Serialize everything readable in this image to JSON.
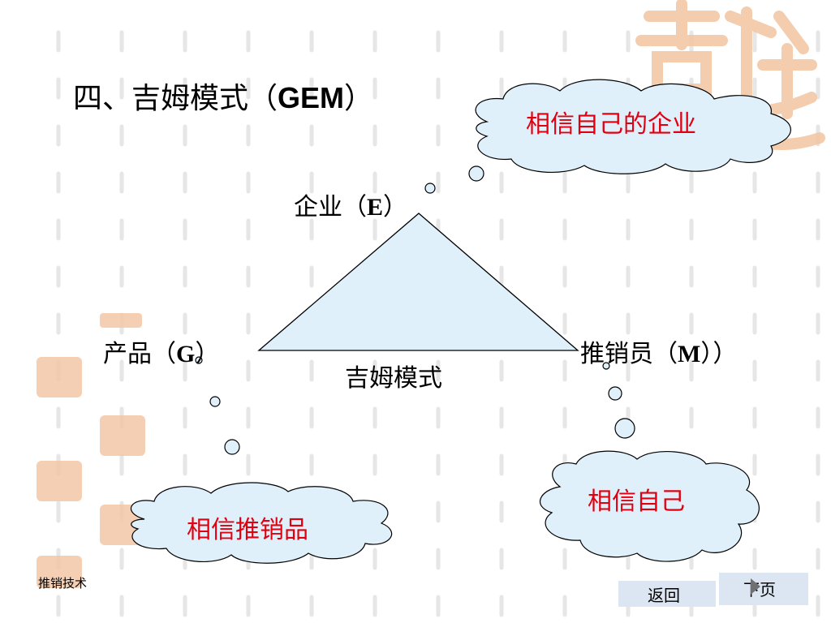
{
  "slide": {
    "title_prefix": "四、吉姆模式（",
    "title_bold": "GEM",
    "title_suffix": "）"
  },
  "diagram": {
    "vertex_e_prefix": "企业（",
    "vertex_e_letter": "E",
    "vertex_e_suffix": "）",
    "vertex_g_prefix": "产品（",
    "vertex_g_letter": "G",
    "vertex_g_suffix": "）",
    "vertex_m_prefix": "推销员（",
    "vertex_m_letter": "M",
    "vertex_m_suffix": "））",
    "center_label": "吉姆模式",
    "cloud_enterprise": "相信自己的企业",
    "cloud_product": "相信推销品",
    "cloud_salesperson": "相信自己"
  },
  "colors": {
    "fill": "#dff0fb",
    "stroke": "#000000",
    "cloud_text": "#e0000f",
    "watermark": "#f3c7a6",
    "nav_button": "#dbe6f2"
  },
  "footer": {
    "label": "推销技术"
  },
  "nav": {
    "back_label": "返回",
    "next_label": "下页"
  }
}
